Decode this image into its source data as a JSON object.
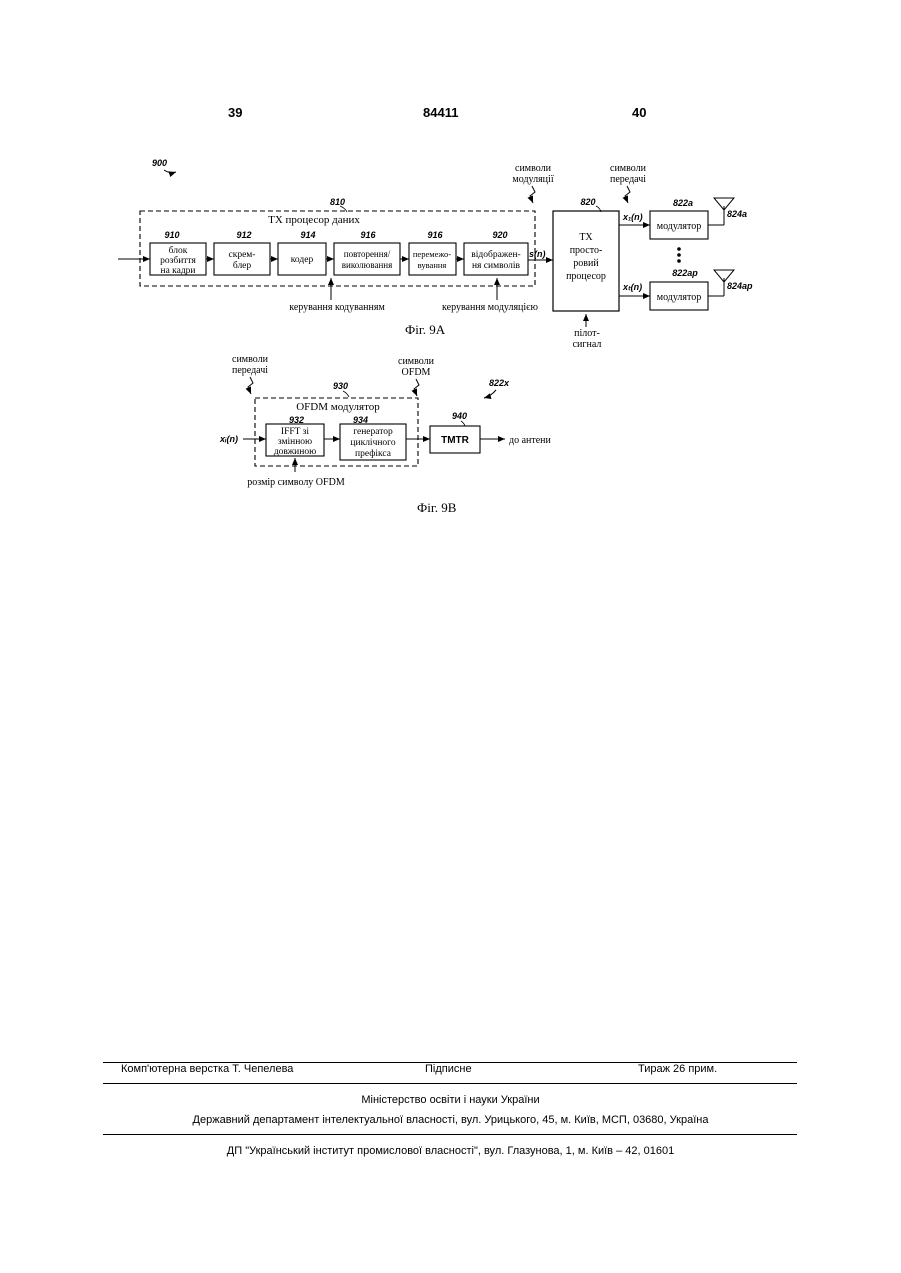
{
  "header": {
    "page_left": "39",
    "patent_number": "84411",
    "page_right": "40"
  },
  "fig9a": {
    "ref_900": "900",
    "ref_810": "810",
    "tx_data_processor": "TX процесор даних",
    "ref_910": "910",
    "block_910": [
      "блок",
      "розбиття",
      "на кадри"
    ],
    "ref_912": "912",
    "block_912": [
      "скрем-",
      "блер"
    ],
    "ref_914": "914",
    "block_914": [
      "кодер"
    ],
    "ref_916a": "916",
    "block_916a": [
      "повторення/",
      "виколювання"
    ],
    "ref_916b": "916",
    "block_916b": [
      "перемежо-",
      "вування"
    ],
    "ref_920": "920",
    "block_920": [
      "відображен-",
      "ня символів"
    ],
    "s_n": "s(n)",
    "mod_symbols": [
      "символи",
      "модуляції"
    ],
    "ref_820": "820",
    "block_820": [
      "TX",
      "просто-",
      "ровий",
      "процесор"
    ],
    "tx_symbols": [
      "символи",
      "передачі"
    ],
    "x1_n": "x₁(n)",
    "xt_n": "xₜ(n)",
    "ref_822a": "822a",
    "modulator_a": "модулятор",
    "ref_822ap": "822ap",
    "modulator_ap": "модулятор",
    "ref_824a": "824a",
    "ref_824ap": "824ap",
    "coding_control": "керування кодуванням",
    "mod_control": "керування модуляцією",
    "pilot": [
      "пілот-",
      "сигнал"
    ],
    "caption": "Фіг. 9А"
  },
  "fig9b": {
    "tx_symbols": [
      "символи",
      "передачі"
    ],
    "ofdm_symbols": [
      "символи",
      "OFDM"
    ],
    "ref_930": "930",
    "ref_822x": "822x",
    "ofdm_modulator": "OFDM модулятор",
    "ref_932": "932",
    "block_932": [
      "IFFT зі",
      "змінною",
      "довжиною"
    ],
    "ref_934": "934",
    "block_934": [
      "генератор",
      "циклічного",
      "префікса"
    ],
    "ref_940": "940",
    "block_940": "TMTR",
    "xi_n": "xᵢ(n)",
    "to_antenna": "до антени",
    "symbol_size": "розмір символу OFDM",
    "caption": "Фіг. 9В"
  },
  "footer": {
    "layout": "Комп'ютерна верстка Т. Чепелева",
    "signed": "Підписне",
    "circulation": "Тираж 26 прим.",
    "ministry": "Міністерство освіти і науки України",
    "department": "Державний департамент інтелектуальної власності, вул. Урицького, 45, м. Київ, МСП, 03680, Україна",
    "institute": "ДП \"Український інститут промислової власності\", вул. Глазунова, 1, м. Київ – 42, 01601"
  }
}
